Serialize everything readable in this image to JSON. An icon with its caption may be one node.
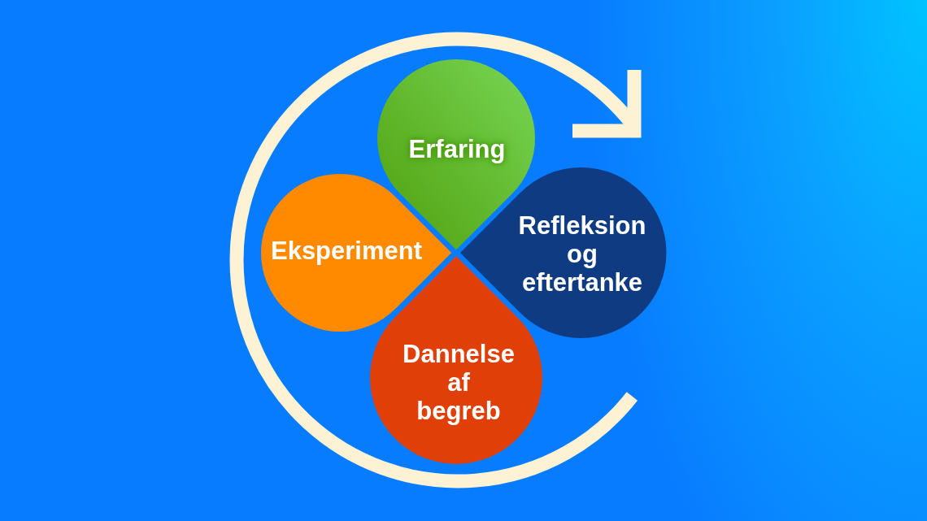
{
  "diagram": {
    "nodes": [
      {
        "text": [
          "Erfaring"
        ]
      },
      {
        "text": [
          "Eksperiment"
        ]
      },
      {
        "text": [
          "Refleksion og eftertanke"
        ]
      },
      {
        "text": [
          "Dannelse af begreb"
        ]
      }
    ]
  }
}
